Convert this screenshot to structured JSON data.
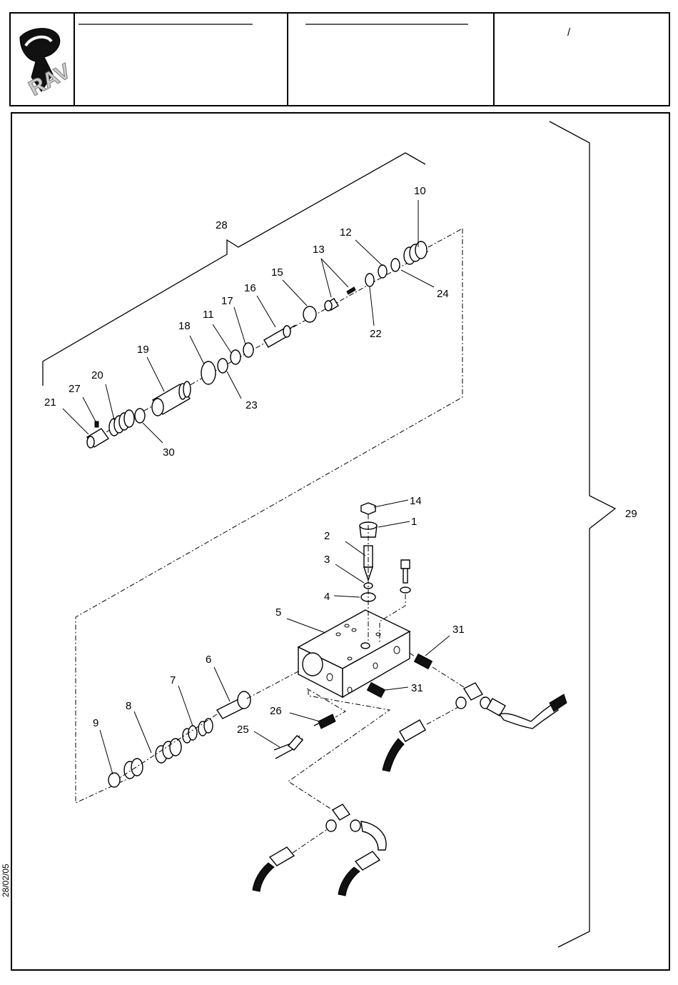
{
  "header": {
    "logo_text": "RAV",
    "slash": "/"
  },
  "side_date": "28/02/05",
  "callouts": [
    "1",
    "2",
    "3",
    "4",
    "5",
    "6",
    "7",
    "8",
    "9",
    "10",
    "11",
    "12",
    "13",
    "14",
    "15",
    "16",
    "17",
    "18",
    "19",
    "20",
    "21",
    "22",
    "23",
    "24",
    "25",
    "26",
    "27",
    "28",
    "29",
    "30",
    "31",
    "31"
  ],
  "colors": {
    "ink": "#000000",
    "paper": "#ffffff",
    "logo_gray": "#cfcfcf"
  }
}
